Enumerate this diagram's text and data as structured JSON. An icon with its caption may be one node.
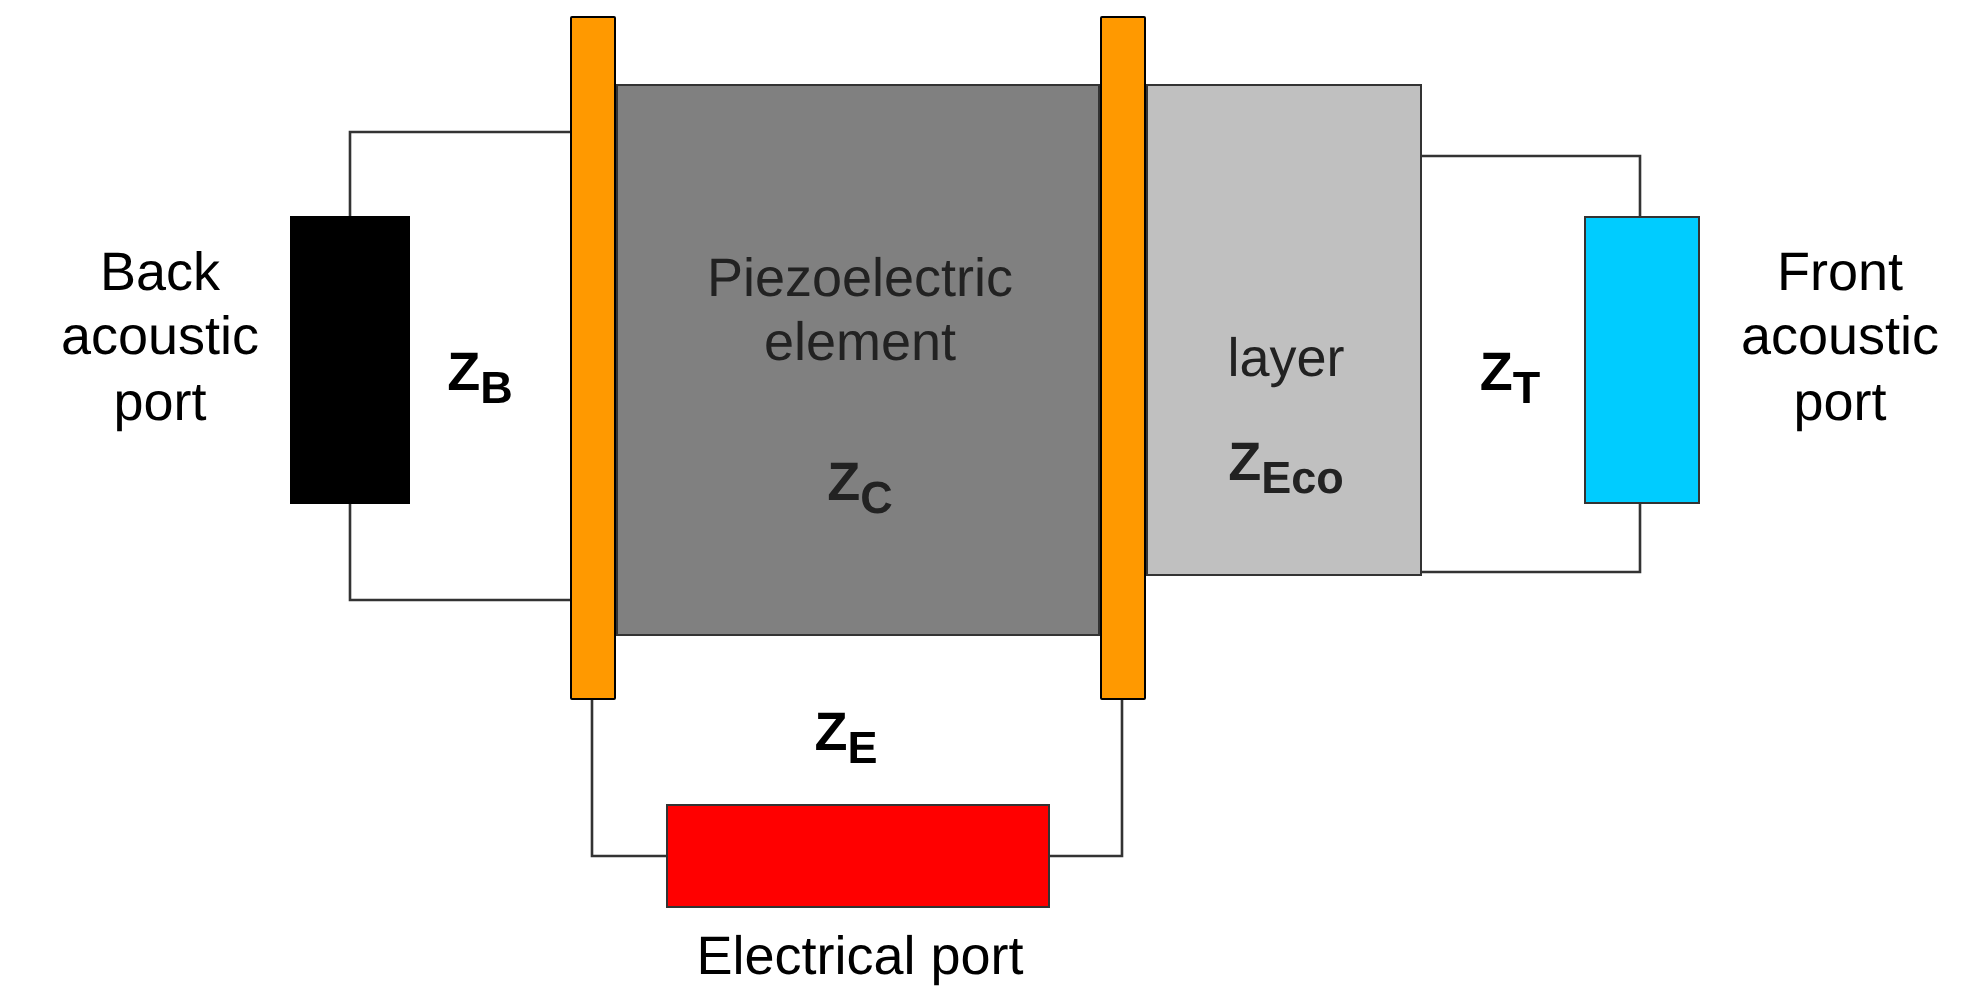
{
  "diagram": {
    "nodes": [
      {
        "text": [],
        "shape": "box",
        "beside": [
          "Back acoustic port"
        ]
      },
      {
        "text": [],
        "shape": "bar"
      },
      {
        "text": [
          "Piezoelectric element",
          "Z$_{C}$"
        ]
      },
      {
        "text": [],
        "shape": "bar"
      },
      {
        "text": [
          "layer",
          "Z$_{Eco}$"
        ]
      },
      {
        "text": [],
        "shape": "box",
        "beside": [
          "Front acoustic port"
        ]
      },
      {
        "text": [],
        "shape": "box",
        "beside": [
          "Electrical port"
        ]
      }
    ],
    "edges": [
      {
        "from": 0,
        "to": 1,
        "arrow": "none"
      },
      {
        "from": 0,
        "to": 1,
        "arrow": "none"
      },
      {
        "from": 4,
        "to": 5,
        "arrow": "none"
      },
      {
        "from": 4,
        "to": 5,
        "arrow": "none"
      },
      {
        "from": 1,
        "to": 6,
        "arrow": "none"
      },
      {
        "from": 3,
        "to": 6,
        "arrow": "none"
      }
    ],
    "labels": [
      "Z$_{B}$",
      "Z$_{T}$",
      "Z$_{E}$"
    ]
  }
}
